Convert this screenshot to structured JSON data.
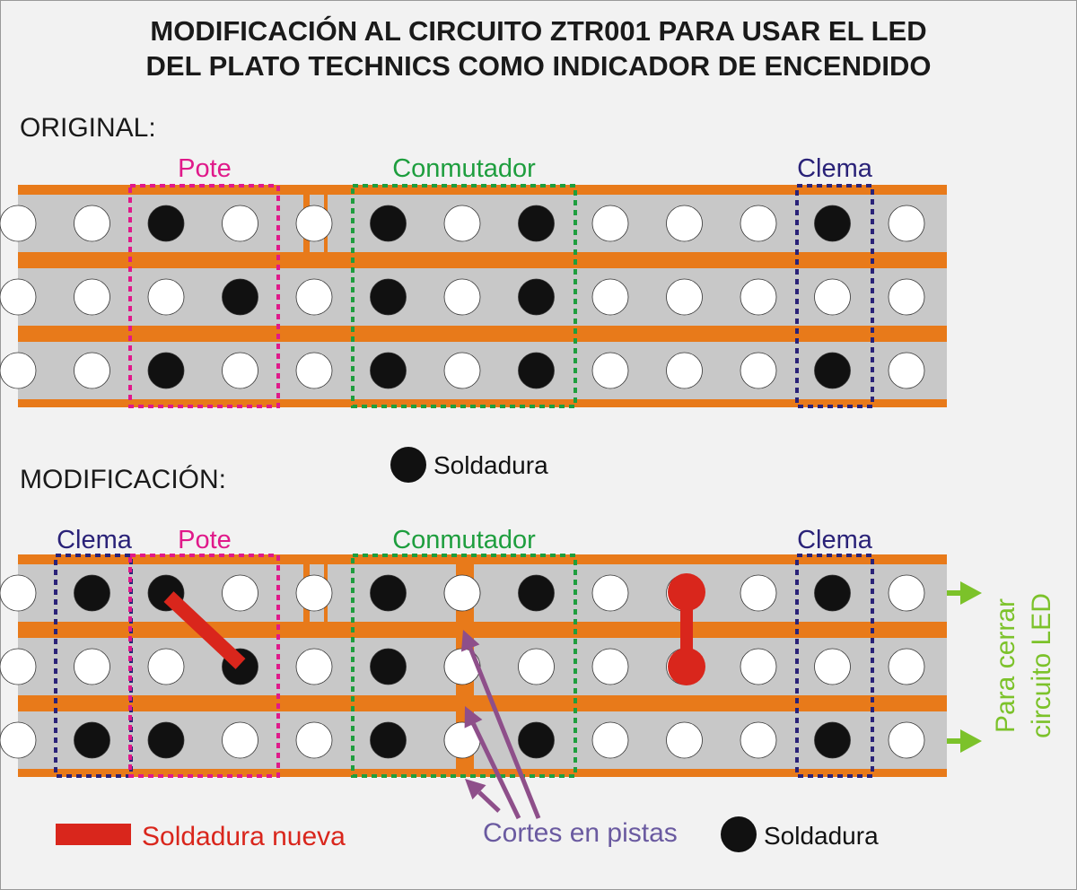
{
  "title": {
    "line1": "MODIFICACIÓN AL CIRCUITO ZTR001 PARA USAR EL LED",
    "line2": "DEL PLATO TECHNICS COMO INDICADOR DE ENCENDIDO"
  },
  "original": {
    "heading": "ORIGINAL:",
    "labels": {
      "pote": "Pote",
      "conmutador": "Conmutador",
      "clema": "Clema"
    },
    "solder_pattern": [
      [
        0,
        0,
        1,
        0,
        0,
        1,
        0,
        1,
        0,
        0,
        0,
        1,
        0
      ],
      [
        0,
        0,
        0,
        1,
        0,
        1,
        0,
        1,
        0,
        0,
        0,
        0,
        0
      ],
      [
        0,
        0,
        1,
        0,
        0,
        1,
        0,
        1,
        0,
        0,
        0,
        1,
        0
      ]
    ]
  },
  "modificacion": {
    "heading": "MODIFICACIÓN:",
    "labels": {
      "clema_left": "Clema",
      "pote": "Pote",
      "conmutador": "Conmutador",
      "clema_right": "Clema"
    },
    "solder_pattern": [
      [
        0,
        1,
        1,
        0,
        0,
        1,
        0,
        1,
        0,
        0,
        0,
        1,
        0
      ],
      [
        0,
        0,
        0,
        1,
        0,
        1,
        0,
        0,
        0,
        0,
        0,
        0,
        0
      ],
      [
        0,
        1,
        1,
        0,
        0,
        1,
        0,
        1,
        0,
        0,
        0,
        1,
        0
      ]
    ],
    "side_note": {
      "line1": "Para cerrar",
      "line2": "circuito LED"
    }
  },
  "legend": {
    "soldadura": "Soldadura",
    "soldadura_nueva": "Soldadura nueva",
    "cortes": "Cortes en pistas"
  },
  "colors": {
    "orange": "#e87a1a",
    "track": "#c8c8c8",
    "pink": "#e0198a",
    "green": "#1e9e3e",
    "navy": "#2a2278",
    "red": "#d9261c",
    "purple": "#8e4f8a",
    "lime": "#7cc22a",
    "cortes_text": "#6a5aa0"
  }
}
